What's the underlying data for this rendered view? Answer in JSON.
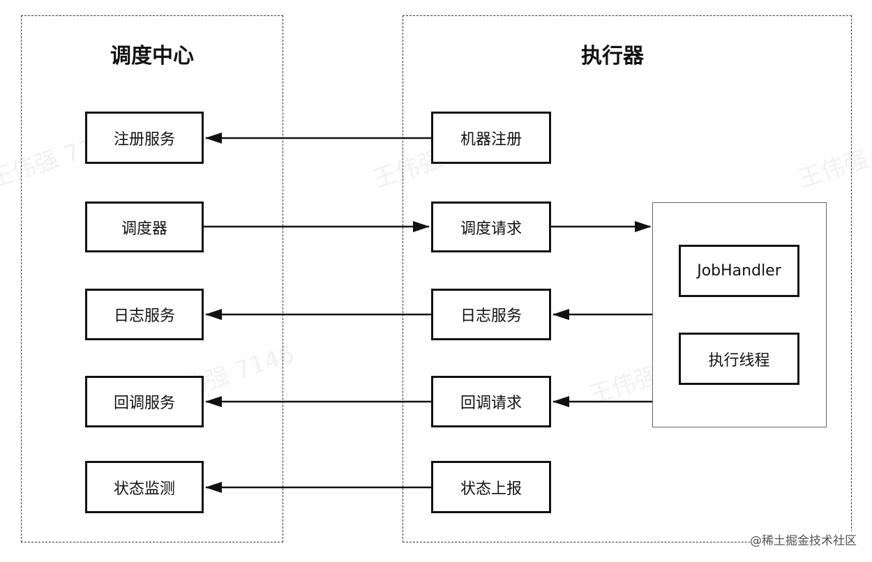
{
  "left_region": {
    "title": "调度中心",
    "boxes": [
      "注册服务",
      "调度器",
      "日志服务",
      "回调服务",
      "状态监测"
    ]
  },
  "right_region": {
    "title": "执行器",
    "boxes": [
      "机器注册",
      "调度请求",
      "日志服务",
      "回调请求",
      "状态上报"
    ]
  },
  "job_container": {
    "job_handler": "JobHandler",
    "exec_thread": "执行线程"
  },
  "watermark": "王伟强 7146",
  "credit": "@稀土掘金技术社区"
}
